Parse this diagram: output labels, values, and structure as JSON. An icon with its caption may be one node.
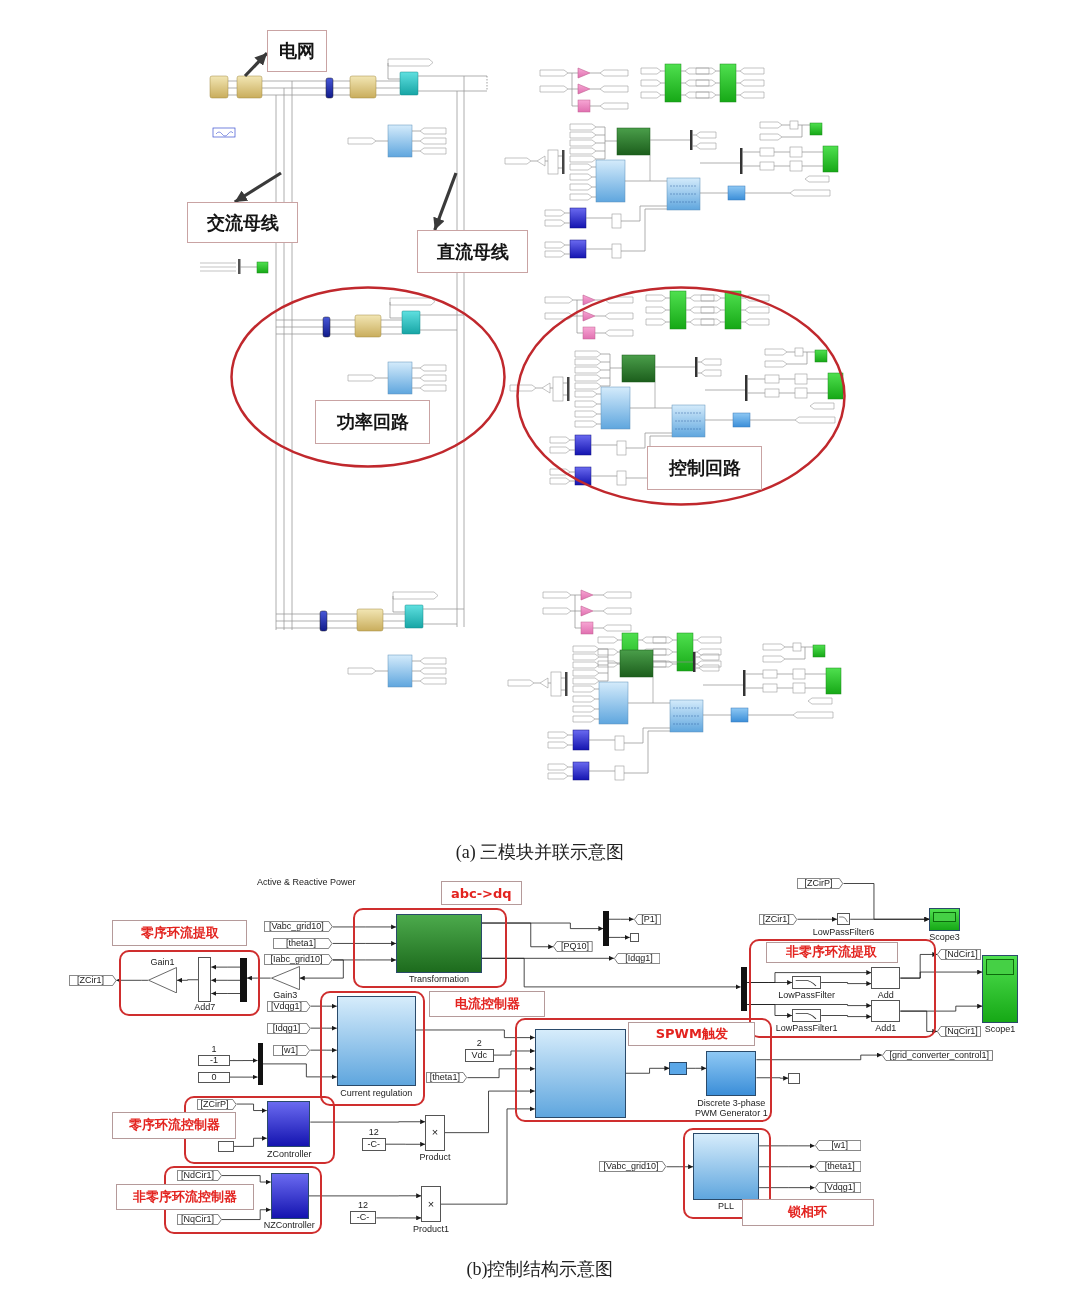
{
  "diagram": {
    "nodes": [
      {
        "text": [
          "电网"
        ]
      },
      {
        "text": [
          "交流母线"
        ]
      },
      {
        "text": [
          "直流母线"
        ]
      },
      {
        "text": [],
        "shape": "ellipse"
      },
      {
        "text": [
          "功率回路"
        ],
        "in": 3
      },
      {
        "text": [],
        "shape": "ellipse"
      },
      {
        "text": [
          "控制回路"
        ],
        "in": 5
      },
      {
        "text": [
          "abc->dq"
        ]
      },
      {
        "text": [
          "[ZCirP]"
        ]
      },
      {
        "text": [
          "零序环流提取"
        ]
      },
      {
        "text": [],
        "shape": "box"
      },
      {
        "text": [],
        "shape": "box",
        "in": 10,
        "beside": [
          "Transformation"
        ]
      },
      {
        "text": [
          "[Vabc_grid10]"
        ]
      },
      {
        "text": [
          "[theta1]"
        ]
      },
      {
        "text": [
          "[Iabc_grid10]"
        ]
      },
      {
        "text": [],
        "shape": "bar"
      },
      {
        "text": [
          "[P1]"
        ]
      },
      {
        "text": [],
        "shape": "box"
      },
      {
        "text": [
          "[PQ10]"
        ]
      },
      {
        "text": [
          "[Idqg1]"
        ]
      },
      {
        "text": [
          "[ZCir1]"
        ]
      },
      {
        "text": [],
        "shape": "box",
        "beside": [
          "LowPassFilter6"
        ]
      },
      {
        "text": [],
        "shape": "box",
        "beside": [
          "Scope3"
        ]
      },
      {
        "text": [],
        "shape": "box"
      },
      {
        "text": [
          "非零序环流提取"
        ],
        "in": 23
      },
      {
        "text": [],
        "shape": "box",
        "in": 23,
        "beside": [
          "LowPassFilter"
        ]
      },
      {
        "text": [],
        "shape": "box",
        "in": 23,
        "beside": [
          "LowPassFilter1"
        ]
      },
      {
        "text": [],
        "shape": "box",
        "in": 23,
        "beside": [
          "Add"
        ]
      },
      {
        "text": [],
        "shape": "box",
        "in": 23,
        "beside": [
          "Add1"
        ]
      },
      {
        "text": [],
        "shape": "bar"
      },
      {
        "text": [
          "[NdCir1]"
        ]
      },
      {
        "text": [
          "[NqCir1]"
        ]
      },
      {
        "text": [],
        "shape": "box",
        "beside": [
          "Scope1"
        ]
      },
      {
        "text": [],
        "shape": "box"
      },
      {
        "text": [
          "[ZCir1]"
        ]
      },
      {
        "text": [],
        "shape": "triangle",
        "in": 33,
        "beside": [
          "Gain1"
        ]
      },
      {
        "text": [],
        "shape": "box",
        "in": 33,
        "beside": [
          "Add7"
        ]
      },
      {
        "text": [],
        "shape": "bar",
        "in": 33
      },
      {
        "text": [],
        "shape": "triangle",
        "beside": [
          "Gain3"
        ]
      },
      {
        "text": [],
        "shape": "box"
      },
      {
        "text": [
          "电流控制器"
        ]
      },
      {
        "text": [],
        "shape": "box",
        "in": 39,
        "beside": [
          "Current regulation"
        ]
      },
      {
        "text": [
          "[Vdqg1]"
        ]
      },
      {
        "text": [
          "[Idqg1]"
        ]
      },
      {
        "text": [
          "[w1]"
        ]
      },
      {
        "text": [
          "-1"
        ],
        "beside": [
          "1"
        ]
      },
      {
        "text": [
          "0"
        ]
      },
      {
        "text": [],
        "shape": "bar"
      },
      {
        "text": [
          "Vdc"
        ],
        "beside": [
          "2"
        ]
      },
      {
        "text": [
          "[theta1]"
        ]
      },
      {
        "text": [],
        "shape": "box"
      },
      {
        "text": [
          "SPWM触发"
        ],
        "in": 50
      },
      {
        "text": [],
        "shape": "box",
        "in": 50
      },
      {
        "text": [],
        "shape": "box",
        "in": 50
      },
      {
        "text": [],
        "shape": "box",
        "in": 50,
        "beside": [
          "Discrete 3-phase PWM Generator 1"
        ]
      },
      {
        "text": [
          "[grid_converter_control1]"
        ]
      },
      {
        "text": [],
        "shape": "box"
      },
      {
        "text": [],
        "shape": "box"
      },
      {
        "text": [
          "零序环流控制器"
        ]
      },
      {
        "text": [
          "[ZCirP]"
        ],
        "in": 57
      },
      {
        "text": [],
        "shape": "box",
        "in": 57
      },
      {
        "text": [],
        "shape": "box",
        "in": 57,
        "beside": [
          "ZController"
        ]
      },
      {
        "text": [
          "-C-"
        ],
        "beside": [
          "12"
        ]
      },
      {
        "text": [
          "×"
        ],
        "beside": [
          "Product"
        ]
      },
      {
        "text": [],
        "shape": "box"
      },
      {
        "text": [
          "非零序环流控制器"
        ]
      },
      {
        "text": [
          "[NdCir1]"
        ],
        "in": 64
      },
      {
        "text": [
          "[NqCir1]"
        ],
        "in": 64
      },
      {
        "text": [],
        "shape": "box",
        "in": 64,
        "beside": [
          "NZController"
        ]
      },
      {
        "text": [
          "-C-"
        ],
        "beside": [
          "12"
        ]
      },
      {
        "text": [
          "×"
        ],
        "beside": [
          "Product1"
        ]
      },
      {
        "text": [],
        "shape": "box"
      },
      {
        "text": [],
        "shape": "box",
        "in": 71,
        "beside": [
          "PLL"
        ]
      },
      {
        "text": [
          "锁相环"
        ]
      },
      {
        "text": [
          "[Vabc_grid10]"
        ]
      },
      {
        "text": [
          "[w1]"
        ]
      },
      {
        "text": [
          "[theta1]"
        ]
      },
      {
        "text": [
          "[Vdqg1]"
        ]
      }
    ],
    "edges": [
      {
        "from": null,
        "to": 0,
        "arrow": "to",
        "style": "thick"
      },
      {
        "from": null,
        "to": 1,
        "arrow": "to",
        "style": "thick"
      },
      {
        "from": null,
        "to": 2,
        "arrow": "to",
        "style": "thick"
      },
      {
        "from": 12,
        "to": 11,
        "arrow": "to"
      },
      {
        "from": 13,
        "to": 11,
        "arrow": "to"
      },
      {
        "from": 14,
        "to": 11,
        "arrow": "to"
      },
      {
        "from": 11,
        "to": 15,
        "arrow": "to"
      },
      {
        "from": 11,
        "to": 18,
        "arrow": "to"
      },
      {
        "from": 15,
        "to": 16,
        "arrow": "to"
      },
      {
        "from": 15,
        "to": 17,
        "arrow": "to"
      },
      {
        "from": 11,
        "to": 19,
        "arrow": "to"
      },
      {
        "from": 11,
        "to": 29,
        "arrow": "to"
      },
      {
        "from": 8,
        "to": 22,
        "arrow": "to"
      },
      {
        "from": 20,
        "to": 21,
        "arrow": "to"
      },
      {
        "from": 21,
        "to": 22,
        "arrow": "to"
      },
      {
        "from": 29,
        "to": 25,
        "arrow": "to"
      },
      {
        "from": 29,
        "to": 27,
        "arrow": "to"
      },
      {
        "from": 25,
        "to": 27,
        "arrow": "to"
      },
      {
        "from": 29,
        "to": 26,
        "arrow": "to"
      },
      {
        "from": 29,
        "to": 28,
        "arrow": "to"
      },
      {
        "from": 26,
        "to": 28,
        "arrow": "to"
      },
      {
        "from": 27,
        "to": 30,
        "arrow": "to"
      },
      {
        "from": 27,
        "to": 32,
        "arrow": "to"
      },
      {
        "from": 28,
        "to": 31,
        "arrow": "to"
      },
      {
        "from": 28,
        "to": 32,
        "arrow": "to"
      },
      {
        "from": 35,
        "to": 34,
        "arrow": "to"
      },
      {
        "from": 36,
        "to": 35,
        "arrow": "to"
      },
      {
        "from": 37,
        "to": 36,
        "arrow": "to"
      },
      {
        "from": 37,
        "to": 36,
        "arrow": "to"
      },
      {
        "from": 37,
        "to": 36,
        "arrow": "to"
      },
      {
        "from": 38,
        "to": 37,
        "arrow": "to"
      },
      {
        "from": 14,
        "to": 38,
        "arrow": "to"
      },
      {
        "from": 42,
        "to": 41,
        "arrow": "to"
      },
      {
        "from": 43,
        "to": 41,
        "arrow": "to"
      },
      {
        "from": 44,
        "to": 41,
        "arrow": "to"
      },
      {
        "from": 47,
        "to": 41,
        "arrow": "to"
      },
      {
        "from": 45,
        "to": 47,
        "arrow": "to"
      },
      {
        "from": 46,
        "to": 47,
        "arrow": "to"
      },
      {
        "from": 41,
        "to": 52,
        "arrow": "to"
      },
      {
        "from": 48,
        "to": 52,
        "arrow": "to"
      },
      {
        "from": 49,
        "to": 52,
        "arrow": "to"
      },
      {
        "from": 63,
        "to": 52,
        "arrow": "to"
      },
      {
        "from": 70,
        "to": 52,
        "arrow": "to"
      },
      {
        "from": 52,
        "to": 53,
        "arrow": "to"
      },
      {
        "from": 53,
        "to": 54,
        "arrow": "to"
      },
      {
        "from": 54,
        "to": 55,
        "arrow": "to"
      },
      {
        "from": 54,
        "to": 56,
        "arrow": "to"
      },
      {
        "from": 59,
        "to": 61,
        "arrow": "to"
      },
      {
        "from": 60,
        "to": 61,
        "arrow": "to"
      },
      {
        "from": 61,
        "to": 63,
        "arrow": "to"
      },
      {
        "from": 62,
        "to": 63,
        "arrow": "to"
      },
      {
        "from": 66,
        "to": 68,
        "arrow": "to"
      },
      {
        "from": 67,
        "to": 68,
        "arrow": "to"
      },
      {
        "from": 68,
        "to": 70,
        "arrow": "to"
      },
      {
        "from": 69,
        "to": 70,
        "arrow": "to"
      },
      {
        "from": 74,
        "to": 72,
        "arrow": "to"
      },
      {
        "from": 72,
        "to": 75,
        "arrow": "to"
      },
      {
        "from": 72,
        "to": 76,
        "arrow": "to"
      },
      {
        "from": 72,
        "to": 77,
        "arrow": "to"
      }
    ],
    "labels": [
      "(a) 三模块并联示意图",
      "Active & Reactive Power",
      "(b)控制结构示意图"
    ]
  }
}
